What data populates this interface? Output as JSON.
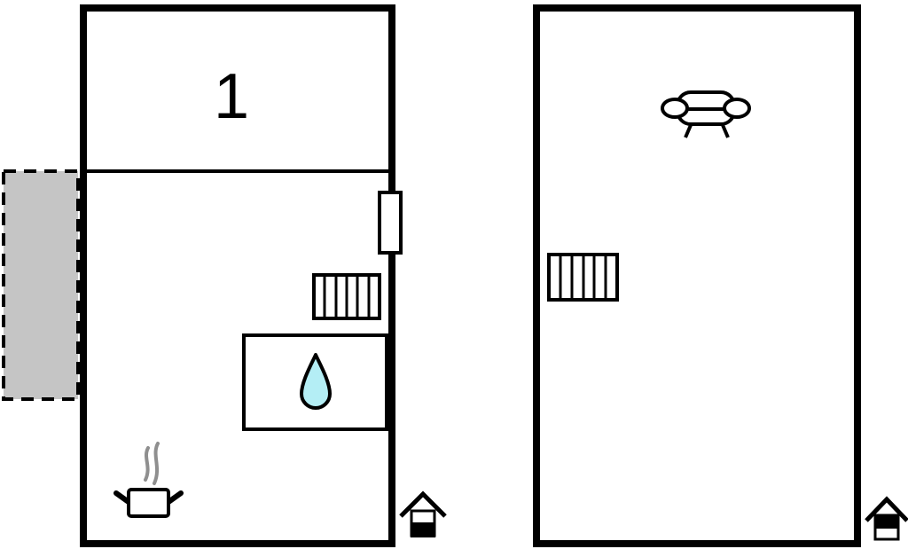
{
  "plan": {
    "left_unit": {
      "room_label": "1",
      "features": [
        "terrace",
        "window",
        "radiator",
        "sink-unit",
        "hotplate",
        "ground-floor-indicator"
      ]
    },
    "right_unit": {
      "features": [
        "sofa",
        "radiator",
        "upper-floor-indicator"
      ]
    }
  },
  "colors": {
    "wall": "#000000",
    "terrace_fill": "#c5c5c5",
    "water_drop": "#b4eef5",
    "steam": "#8f8f8f",
    "icon": "#000000",
    "background": "#ffffff"
  }
}
